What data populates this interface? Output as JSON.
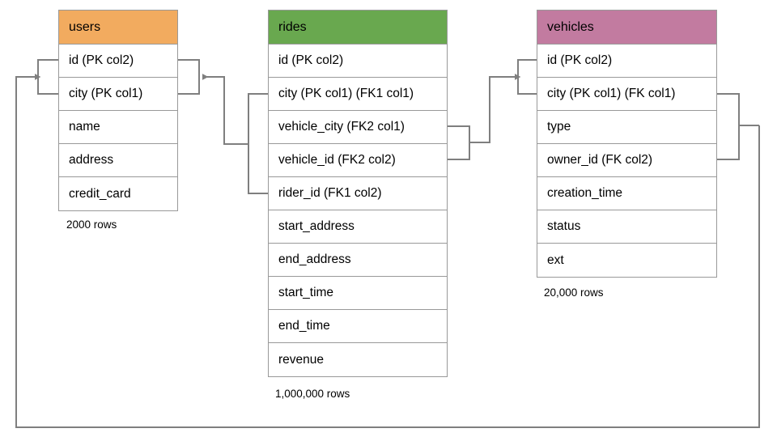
{
  "diagram": {
    "type": "entity-relationship-diagram",
    "background": "#ffffff",
    "edge_color": "#7f7f7f"
  },
  "tables": [
    {
      "name": "users",
      "header_color": "#f2ab5f",
      "row_count_label": "2000 rows",
      "columns": [
        "id (PK col2)",
        "city (PK col1)",
        "name",
        "address",
        "credit_card"
      ]
    },
    {
      "name": "rides",
      "header_color": "#69a84f",
      "row_count_label": "1,000,000 rows",
      "columns": [
        "id (PK col2)",
        "city (PK col1) (FK1 col1)",
        "vehicle_city (FK2 col1)",
        "vehicle_id (FK2 col2)",
        "rider_id (FK1 col2)",
        "start_address",
        "end_address",
        "start_time",
        "end_time",
        "revenue"
      ]
    },
    {
      "name": "vehicles",
      "header_color": "#c27ba0",
      "row_count_label": "20,000 rows",
      "columns": [
        "id (PK col2)",
        "city (PK col1) (FK col1)",
        "type",
        "owner_id (FK col2)",
        "creation_time",
        "status",
        "ext"
      ]
    }
  ],
  "relationships": [
    {
      "name": "rides-fk1-to-users",
      "from_table": "rides",
      "from_columns": [
        "city (PK col1) (FK1 col1)",
        "rider_id (FK1 col2)"
      ],
      "to_table": "users",
      "to_columns": [
        "id (PK col2)",
        "city (PK col1)"
      ]
    },
    {
      "name": "rides-fk2-to-vehicles",
      "from_table": "rides",
      "from_columns": [
        "vehicle_city (FK2 col1)",
        "vehicle_id (FK2 col2)"
      ],
      "to_table": "vehicles",
      "to_columns": [
        "id (PK col2)",
        "city (PK col1) (FK col1)"
      ]
    },
    {
      "name": "vehicles-fk-to-users",
      "from_table": "vehicles",
      "from_columns": [
        "city (PK col1) (FK col1)",
        "owner_id (FK col2)"
      ],
      "to_table": "users",
      "to_columns": [
        "id (PK col2)",
        "city (PK col1)"
      ]
    }
  ]
}
